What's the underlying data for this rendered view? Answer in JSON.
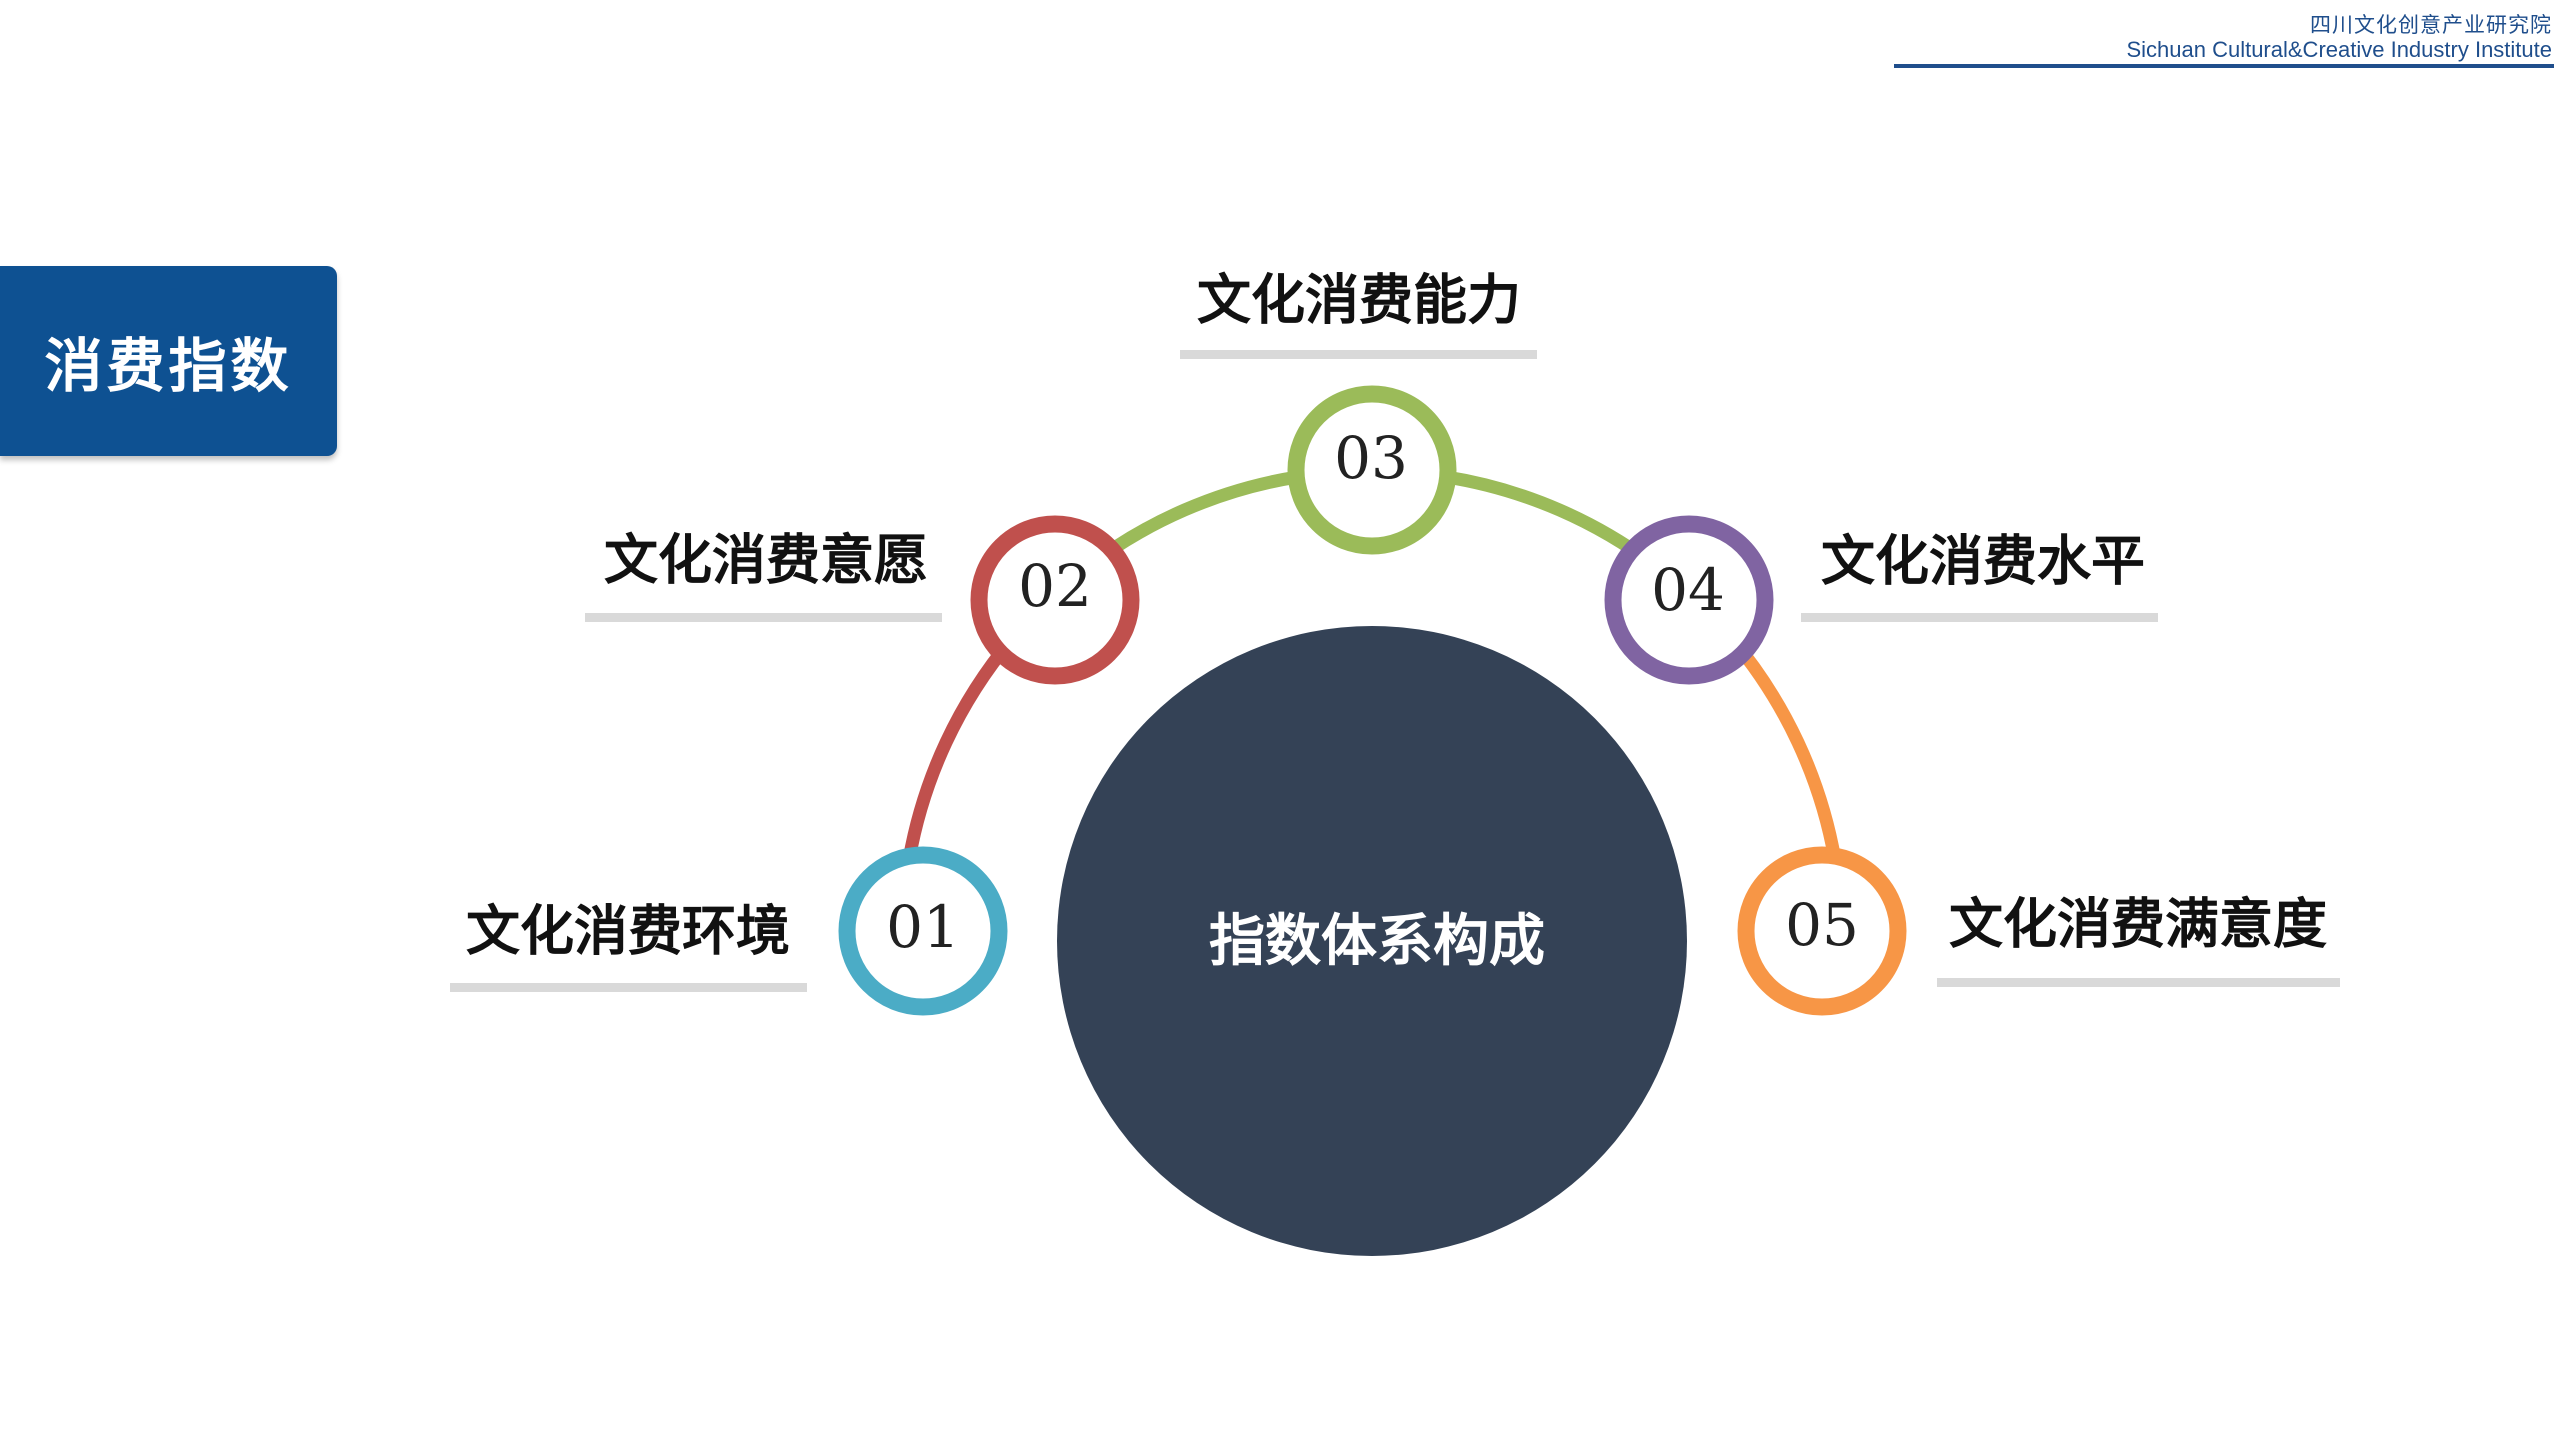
{
  "header": {
    "org_cn": "四川文化创意产业研究院",
    "org_en": "Sichuan Cultural&Creative Industry Institute",
    "accent_color": "#1f4e8c"
  },
  "section_tab": {
    "title": "消费指数",
    "color": "#0e5192"
  },
  "diagram": {
    "center": {
      "label": "指数体系构成",
      "color": "#344256"
    },
    "nodes": [
      {
        "number": "01",
        "label": "文化消费环境",
        "color": "#4bacc6"
      },
      {
        "number": "02",
        "label": "文化消费意愿",
        "color": "#c0504d"
      },
      {
        "number": "03",
        "label": "文化消费能力",
        "color": "#9bbb59"
      },
      {
        "number": "04",
        "label": "文化消费水平",
        "color": "#8064a2"
      },
      {
        "number": "05",
        "label": "文化消费满意度",
        "color": "#f79646"
      }
    ],
    "underline_color": "#d9d9d9"
  }
}
